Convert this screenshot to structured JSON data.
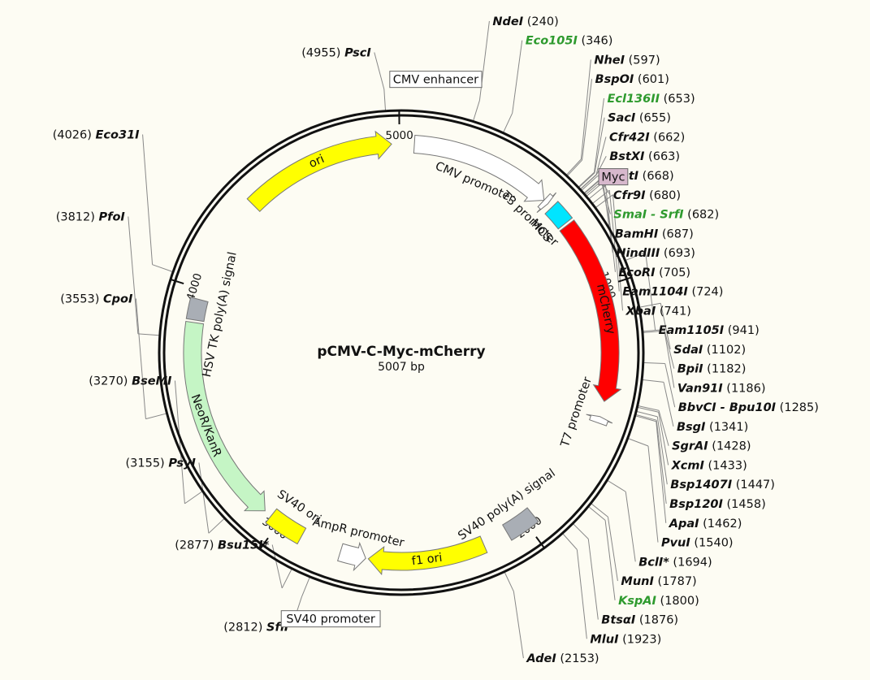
{
  "plasmid": {
    "name": "pCMV-C-Myc-mCherry",
    "length_label": "5007 bp",
    "length_bp": 5007
  },
  "ticks": [
    {
      "label": "5000",
      "bp": 5000
    },
    {
      "label": "1000",
      "bp": 1000
    },
    {
      "label": "2000",
      "bp": 2000
    },
    {
      "label": "3000",
      "bp": 3000
    },
    {
      "label": "4000",
      "bp": 4000
    }
  ],
  "boxed_labels": [
    {
      "text": "CMV enhancer",
      "bp": 100
    },
    {
      "text": "Myc",
      "bp": 700
    },
    {
      "text": "SV40 promoter",
      "bp": 2710
    }
  ],
  "features": [
    {
      "name": "ori",
      "start": 4380,
      "end": 4970,
      "strand": 1,
      "color": "#ffff00"
    },
    {
      "name": "CMV promoter",
      "start": 50,
      "end": 600,
      "strand": 1,
      "color": "#ffffff"
    },
    {
      "name": "MCS",
      "start": 640,
      "end": 720,
      "strand": 0,
      "color": "#00e5ff"
    },
    {
      "name": "T3 promoter",
      "start": 600,
      "end": 620,
      "strand": 1,
      "color": "#ffffff"
    },
    {
      "name": "mCherry",
      "start": 730,
      "end": 1440,
      "strand": 1,
      "color": "#ff0000"
    },
    {
      "name": "T7 promoter",
      "start": 1500,
      "end": 1525,
      "strand": -1,
      "color": "#ffffff"
    },
    {
      "name": "SV40 poly(A) signal",
      "start": 1960,
      "end": 2080,
      "strand": 0,
      "color": "#a9aeb5"
    },
    {
      "name": "f1 ori",
      "start": 2180,
      "end": 2630,
      "strand": 1,
      "color": "#ffff00"
    },
    {
      "name": "AmpR promoter",
      "start": 2640,
      "end": 2740,
      "strand": -1,
      "color": "#ffffff"
    },
    {
      "name": "NeoR/KanR",
      "start": 3070,
      "end": 3870,
      "strand": -1,
      "color": "#c5f5c5"
    },
    {
      "name": "SV40 ori",
      "start": 2900,
      "end": 3040,
      "strand": 0,
      "color": "#ffff00"
    },
    {
      "name": "HSV TK poly(A) signal",
      "start": 3880,
      "end": 3960,
      "strand": 0,
      "color": "#a9aeb5"
    }
  ],
  "sites": [
    {
      "name": "PscI",
      "pos": "(4955)",
      "bp": 4955,
      "green": false
    },
    {
      "name": "NdeI",
      "pos": "(240)",
      "bp": 240,
      "green": false
    },
    {
      "name": "Eco105I",
      "pos": "(346)",
      "bp": 346,
      "green": true
    },
    {
      "name": "NheI",
      "pos": "(597)",
      "bp": 597,
      "green": false
    },
    {
      "name": "BspOI",
      "pos": "(601)",
      "bp": 601,
      "green": false
    },
    {
      "name": "Ecl136II",
      "pos": "(653)",
      "bp": 653,
      "green": true
    },
    {
      "name": "SacI",
      "pos": "(655)",
      "bp": 655,
      "green": false
    },
    {
      "name": "Cfr42I",
      "pos": "(662)",
      "bp": 662,
      "green": false
    },
    {
      "name": "BstXI",
      "pos": "(663)",
      "bp": 663,
      "green": false
    },
    {
      "name": "NotI",
      "pos": "(668)",
      "bp": 668,
      "green": false
    },
    {
      "name": "Cfr9I",
      "pos": "(680)",
      "bp": 680,
      "green": false
    },
    {
      "name": "SmaI - SrfI",
      "pos": "(682)",
      "bp": 682,
      "green": true
    },
    {
      "name": "BamHI",
      "pos": "(687)",
      "bp": 687,
      "green": false
    },
    {
      "name": "HindIII",
      "pos": "(693)",
      "bp": 693,
      "green": false
    },
    {
      "name": "EcoRI",
      "pos": "(705)",
      "bp": 705,
      "green": false
    },
    {
      "name": "Eam1104I",
      "pos": "(724)",
      "bp": 724,
      "green": false
    },
    {
      "name": "XbaI",
      "pos": "(741)",
      "bp": 741,
      "green": false
    },
    {
      "name": "Eam1105I",
      "pos": "(941)",
      "bp": 941,
      "green": false
    },
    {
      "name": "SdaI",
      "pos": "(1102)",
      "bp": 1102,
      "green": false
    },
    {
      "name": "BpiI",
      "pos": "(1182)",
      "bp": 1182,
      "green": false
    },
    {
      "name": "Van91I",
      "pos": "(1186)",
      "bp": 1186,
      "green": false
    },
    {
      "name": "BbvCI - Bpu10I",
      "pos": "(1285)",
      "bp": 1285,
      "green": false
    },
    {
      "name": "BsgI",
      "pos": "(1341)",
      "bp": 1341,
      "green": false
    },
    {
      "name": "SgrAI",
      "pos": "(1428)",
      "bp": 1428,
      "green": false
    },
    {
      "name": "XcmI",
      "pos": "(1433)",
      "bp": 1433,
      "green": false
    },
    {
      "name": "Bsp1407I",
      "pos": "(1447)",
      "bp": 1447,
      "green": false
    },
    {
      "name": "Bsp120I",
      "pos": "(1458)",
      "bp": 1458,
      "green": false
    },
    {
      "name": "ApaI",
      "pos": "(1462)",
      "bp": 1462,
      "green": false
    },
    {
      "name": "PvuI",
      "pos": "(1540)",
      "bp": 1540,
      "green": false
    },
    {
      "name": "BclI*",
      "pos": "(1694)",
      "bp": 1694,
      "green": false
    },
    {
      "name": "MunI",
      "pos": "(1787)",
      "bp": 1787,
      "green": false
    },
    {
      "name": "KspAI",
      "pos": "(1800)",
      "bp": 1800,
      "green": true
    },
    {
      "name": "BtsαI",
      "pos": "(1876)",
      "bp": 1876,
      "green": false
    },
    {
      "name": "MluI",
      "pos": "(1923)",
      "bp": 1923,
      "green": false
    },
    {
      "name": "AdeI",
      "pos": "(2153)",
      "bp": 2153,
      "green": false
    },
    {
      "name": "SfiI",
      "pos": "(2812)",
      "bp": 2812,
      "green": false
    },
    {
      "name": "Bsu15I*",
      "pos": "(2877)",
      "bp": 2877,
      "green": false
    },
    {
      "name": "PsyI",
      "pos": "(3155)",
      "bp": 3155,
      "green": false
    },
    {
      "name": "BseMI",
      "pos": "(3270)",
      "bp": 3270,
      "green": false
    },
    {
      "name": "CpoI",
      "pos": "(3553)",
      "bp": 3553,
      "green": false
    },
    {
      "name": "PfoI",
      "pos": "(3812)",
      "bp": 3812,
      "green": false
    },
    {
      "name": "Eco31I",
      "pos": "(4026)",
      "bp": 4026,
      "green": false
    }
  ]
}
